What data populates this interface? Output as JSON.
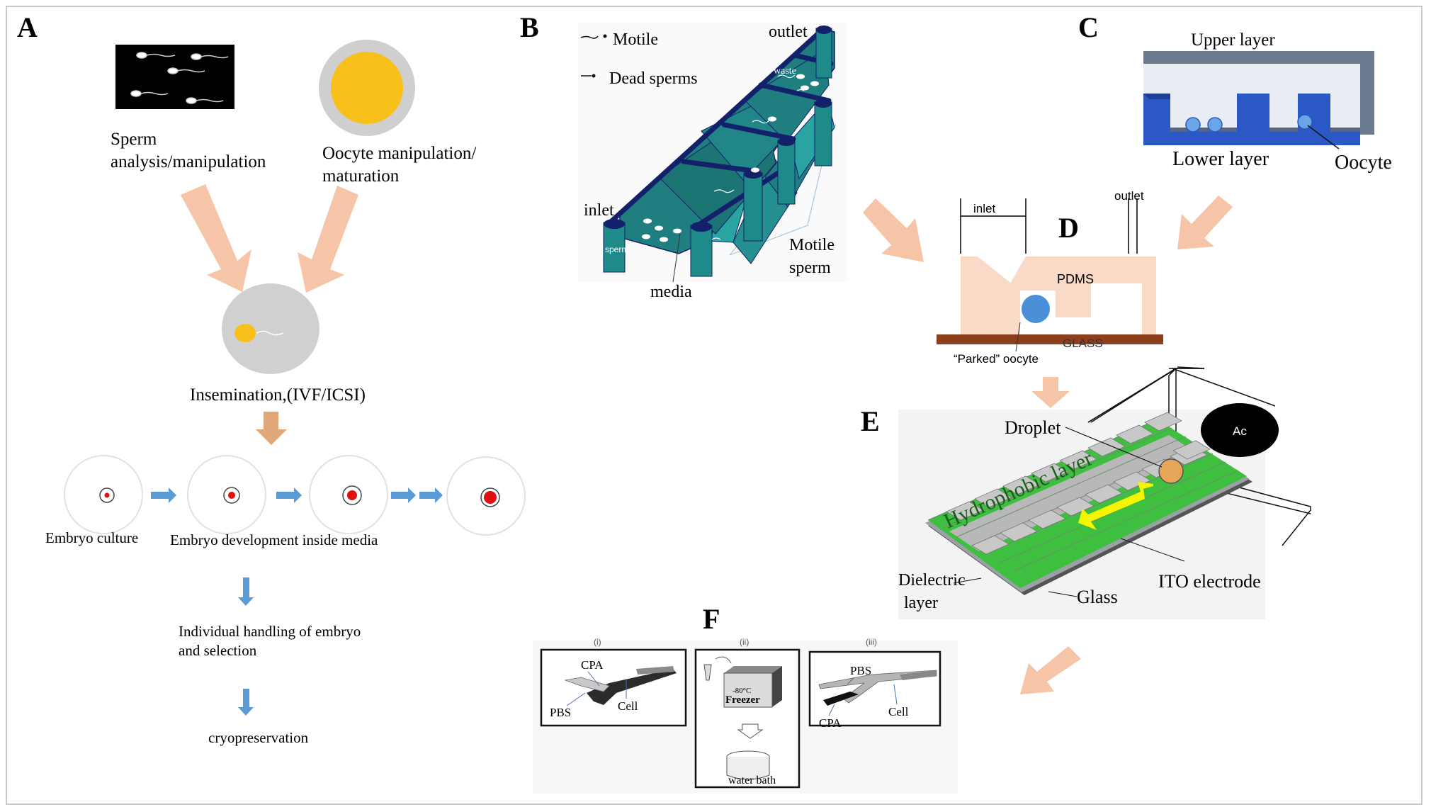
{
  "panels": {
    "a": {
      "letter": "A",
      "sperm_label_1": "Sperm",
      "sperm_label_2": "analysis/manipulation",
      "oocyte_label_1": "Oocyte manipulation/",
      "oocyte_label_2": "maturation",
      "insemination_label": "Insemination,(IVF/ICSI)",
      "culture_label": "Embryo culture",
      "development_label": "Embryo development inside media",
      "handling_label_1": "Individual handling of embryo",
      "handling_label_2": "and selection",
      "cryo_label": "cryopreservation"
    },
    "b": {
      "letter": "B",
      "legend_motile": "Motile",
      "legend_dead": "Dead sperms",
      "outlet_label": "outlet",
      "waste_label": "waste",
      "inlet_label": "inlet",
      "sperm_small_label": "sperm",
      "media_label": "media",
      "motile_sperm_label_1": "Motile",
      "motile_sperm_label_2": "sperm"
    },
    "c": {
      "letter": "C",
      "upper_label": "Upper layer",
      "lower_label": "Lower layer",
      "oocyte_label": "Oocyte"
    },
    "d": {
      "letter": "D",
      "inlet_label": "inlet",
      "outlet_label": "outlet",
      "pdms_label": "PDMS",
      "glass_label": "GLASS",
      "parked_label": "“Parked” oocyte"
    },
    "e": {
      "letter": "E",
      "droplet_label": "Droplet",
      "ac_label": "Ac",
      "hydrophobic_label": "Hydrophobic layer",
      "dielectric_label_1": "Dielectric",
      "dielectric_label_2": "layer",
      "ito_label": "ITO electrode",
      "glass_label": "Glass"
    },
    "f": {
      "letter": "F",
      "sub_i": "(i)",
      "sub_ii": "(ii)",
      "sub_iii": "(iii)",
      "i_cpa": "CPA",
      "i_pbs": "PBS",
      "i_cell": "Cell",
      "ii_temp": "-80°C",
      "ii_freezer": "Freezer",
      "ii_water": "water bath",
      "iii_pbs": "PBS",
      "iii_cpa": "CPA",
      "iii_cell": "Cell"
    }
  },
  "colors": {
    "peach_arrow": "#f6c4a6",
    "blue_arrow": "#5b9bd5",
    "oocyte_yellow": "#f8c01a",
    "chip_teal": "#1f7f80",
    "chip_navy": "#13206a",
    "c_blue": "#2c58c6",
    "electrode_green": "#3fbf3f",
    "glass_brown": "#8b3f1d",
    "droplet_orange": "#e7a55a"
  }
}
